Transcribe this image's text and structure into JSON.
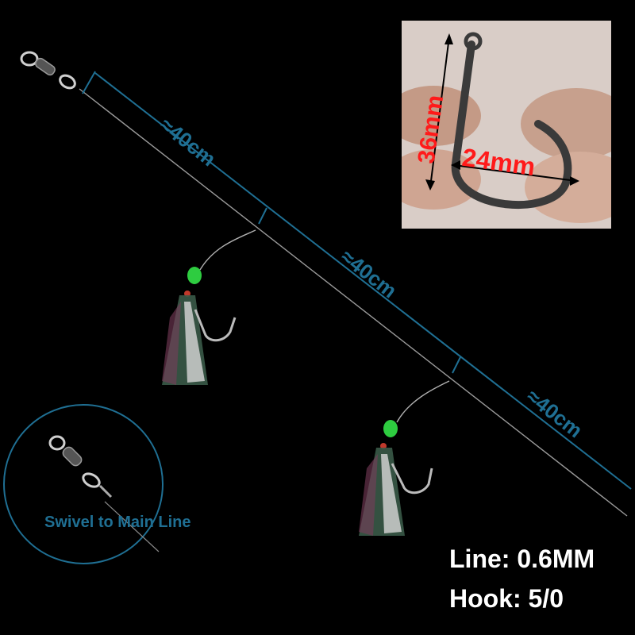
{
  "dimensions": {
    "segment_1": "≈40cm",
    "segment_2": "≈40cm",
    "segment_3": "≈40cm"
  },
  "hook_inset": {
    "length_label": "36mm",
    "gap_label": "24mm"
  },
  "swivel_callout": {
    "caption": "Swivel to Main Line"
  },
  "specs": {
    "line": "Line: 0.6MM",
    "hook": "Hook: 5/0"
  },
  "colors": {
    "background": "#000000",
    "dimension_blue": "#1f6f93",
    "inset_label_red": "#ff1a1a",
    "bead_green": "#2ecc40",
    "spec_text": "#ffffff"
  }
}
